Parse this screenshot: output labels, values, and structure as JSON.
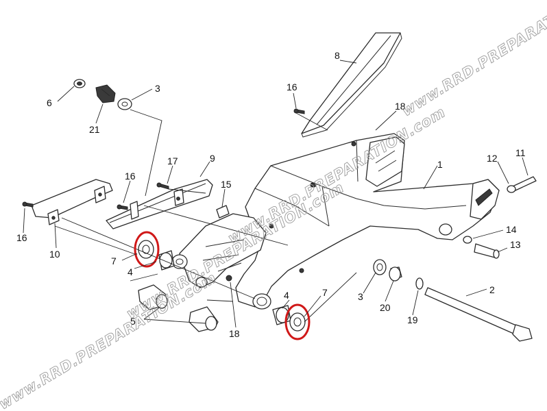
{
  "watermark_text": "www.RRD.PREPARATION.com",
  "watermarks": [
    "www.RRD.PREPARATION.com",
    "www.RRD.PREPARATION.com",
    "www.RRD.PREPARATION.com",
    "www.RRD.PREPARATION.com"
  ],
  "highlight_color": "#d01818",
  "callouts": [
    {
      "id": "c1",
      "label": "1"
    },
    {
      "id": "c2",
      "label": "2"
    },
    {
      "id": "c3a",
      "label": "3"
    },
    {
      "id": "c3b",
      "label": "3"
    },
    {
      "id": "c4a",
      "label": "4"
    },
    {
      "id": "c4b",
      "label": "4"
    },
    {
      "id": "c5",
      "label": "5"
    },
    {
      "id": "c6",
      "label": "6"
    },
    {
      "id": "c7a",
      "label": "7"
    },
    {
      "id": "c7b",
      "label": "7"
    },
    {
      "id": "c8",
      "label": "8"
    },
    {
      "id": "c9",
      "label": "9"
    },
    {
      "id": "c10",
      "label": "10"
    },
    {
      "id": "c11",
      "label": "11"
    },
    {
      "id": "c12",
      "label": "12"
    },
    {
      "id": "c13",
      "label": "13"
    },
    {
      "id": "c14",
      "label": "14"
    },
    {
      "id": "c15",
      "label": "15"
    },
    {
      "id": "c16a",
      "label": "16"
    },
    {
      "id": "c16b",
      "label": "16"
    },
    {
      "id": "c16c",
      "label": "16"
    },
    {
      "id": "c17",
      "label": "17"
    },
    {
      "id": "c18a",
      "label": "18"
    },
    {
      "id": "c18b",
      "label": "18"
    },
    {
      "id": "c19",
      "label": "19"
    },
    {
      "id": "c20",
      "label": "20"
    },
    {
      "id": "c21",
      "label": "21"
    }
  ]
}
